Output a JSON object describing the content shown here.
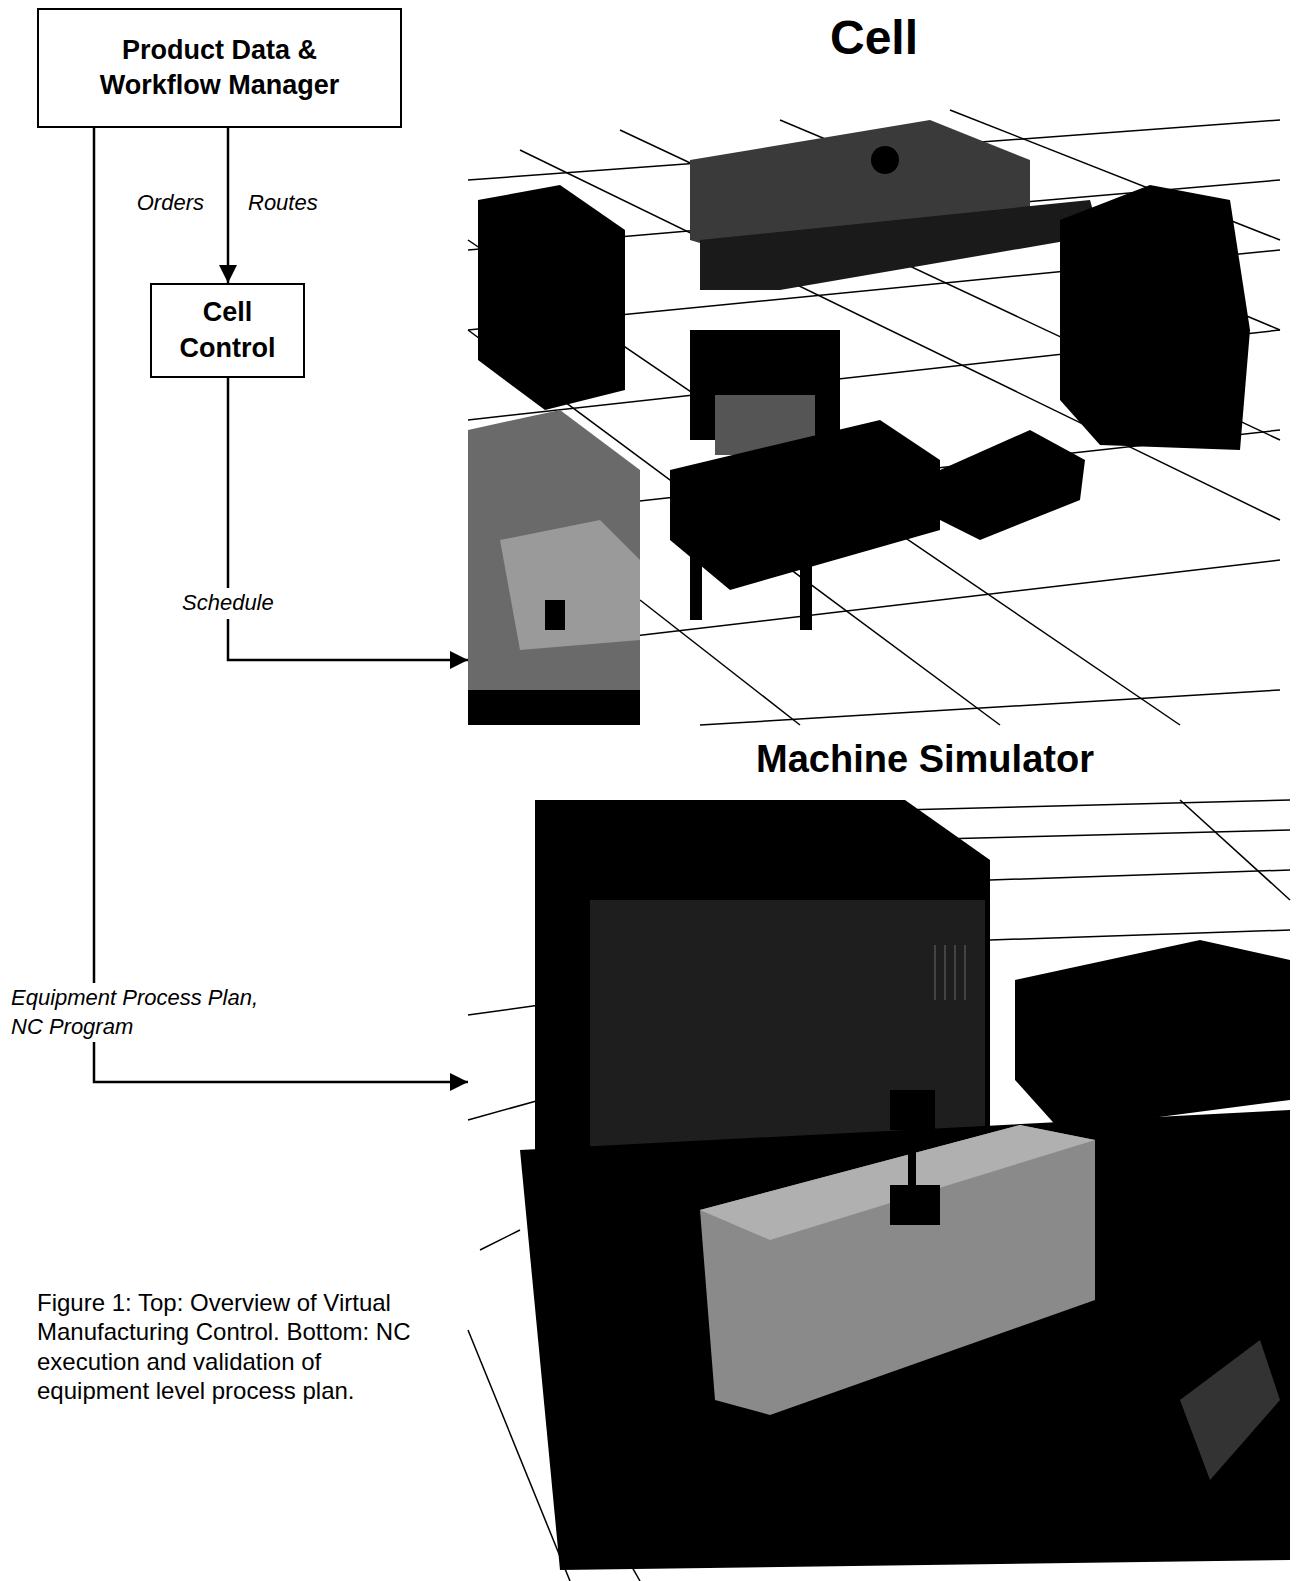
{
  "diagram": {
    "caption": "Figure 1: Top: Overview of Virtual Manufacturing Control. Bottom: NC execution and validation of equipment level process plan.",
    "nodes": [
      {
        "text": [
          "Product Data & Workflow Manager"
        ]
      },
      {
        "text": [
          "Cell Control"
        ]
      },
      {
        "text": [
          "Cell"
        ]
      },
      {
        "text": [
          "Machine Simulator"
        ]
      }
    ],
    "edges": [
      {
        "from": 0,
        "to": 1,
        "arrow": "to"
      },
      {
        "from": 1,
        "to": 2,
        "label": "Schedule",
        "arrow": "to"
      },
      {
        "from": 0,
        "to": 3,
        "label": "Equipment Process Plan, NC Program",
        "arrow": "to"
      }
    ],
    "labels": [
      "Orders",
      "Routes"
    ]
  }
}
